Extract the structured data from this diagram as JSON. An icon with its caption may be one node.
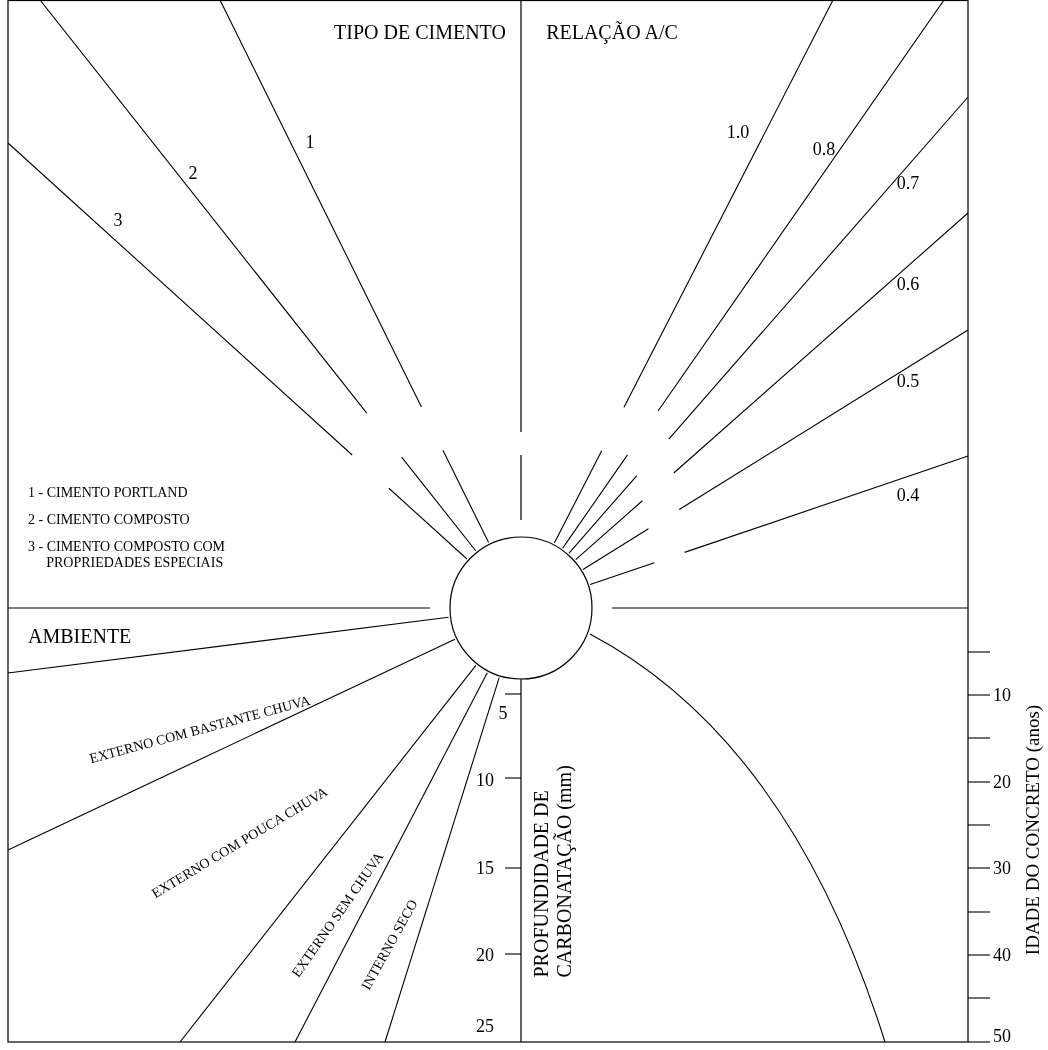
{
  "diagram": {
    "nodes": [
      {
        "text": [],
        "shape": "circle"
      }
    ],
    "labels": [
      "TIPO DE CIMENTO",
      "RELAÇÃO A/C",
      "1.0",
      "0.8",
      "1",
      "2",
      "0.7",
      "3",
      "0.6",
      "0.5",
      "0.4",
      "1 - CIMENTO PORTLAND",
      "2 - CIMENTO COMPOSTO",
      "3 - CIMENTO COMPOSTO COM PROPRIEDADES ESPECIAIS",
      "AMBIENTE",
      "EXTERNO COM BASTANTE CHUVA",
      "EXTERNO COM POUCA CHUVA",
      "EXTERNO SEM CHUVA",
      "INTERNO SECO",
      "5",
      "10",
      "15",
      "20",
      "25",
      "PROFUNDIDADE DE CARBONATAÇÃO (mm)",
      "10",
      "20",
      "30",
      "40",
      "50",
      "IDADE DO CONCRETO (anos)"
    ]
  }
}
